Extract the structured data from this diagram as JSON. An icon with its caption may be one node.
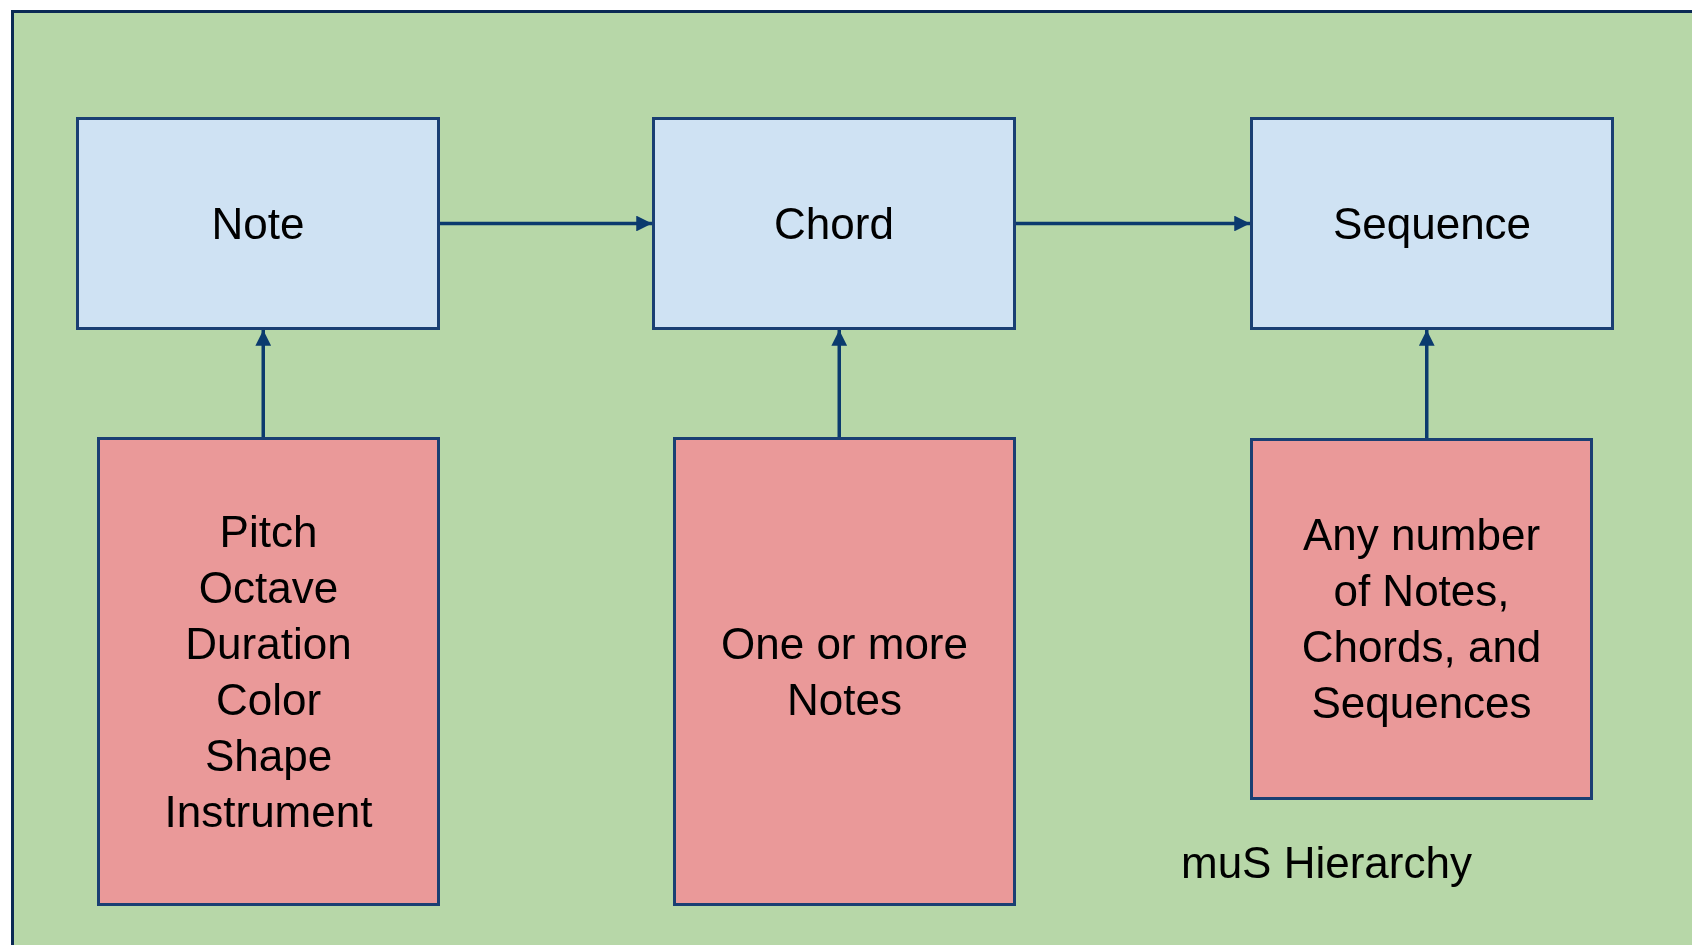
{
  "diagram": {
    "caption": "muS Hierarchy",
    "nodes": [
      {
        "text": [
          "Note"
        ]
      },
      {
        "text": [
          "Chord"
        ]
      },
      {
        "text": [
          "Sequence"
        ]
      },
      {
        "text": [
          "Pitch Octave Duration Color Shape Instrument"
        ]
      },
      {
        "text": [
          "One or more Notes"
        ]
      },
      {
        "text": [
          "Any number of Notes, Chords, and Sequences"
        ]
      }
    ],
    "edges": [
      {
        "from": 0,
        "to": 1,
        "arrow": "to"
      },
      {
        "from": 1,
        "to": 2,
        "arrow": "to"
      },
      {
        "from": 3,
        "to": 0,
        "arrow": "to"
      },
      {
        "from": 4,
        "to": 1,
        "arrow": "to"
      },
      {
        "from": 5,
        "to": 2,
        "arrow": "to"
      }
    ]
  }
}
